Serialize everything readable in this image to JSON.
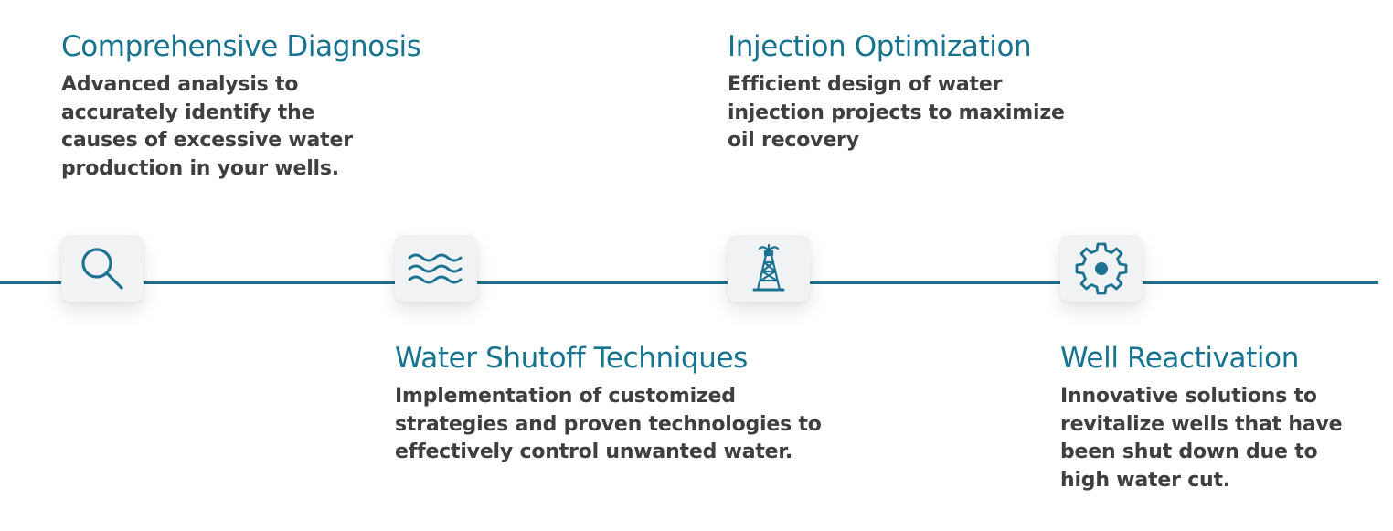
{
  "steps": [
    {
      "title": "Comprehensive Diagnosis",
      "description": "Advanced analysis to accurately identify the causes of excessive water production in your wells.",
      "icon": "magnifier-icon"
    },
    {
      "title": "Water Shutoff Techniques",
      "description": "Implementation of customized strategies and proven technologies to effectively control unwanted water.",
      "icon": "water-waves-icon"
    },
    {
      "title": "Injection Optimization",
      "description": "Efficient design of water injection projects to maximize oil recovery",
      "icon": "oil-derrick-icon"
    },
    {
      "title": "Well Reactivation",
      "description": "Innovative solutions to revitalize wells that have been shut down due to high water cut.",
      "icon": "gear-icon"
    }
  ],
  "colors": {
    "accent": "#1c7290",
    "title": "#17738f",
    "text": "#3f3f3f",
    "icon_background": "#f1f2f3"
  }
}
